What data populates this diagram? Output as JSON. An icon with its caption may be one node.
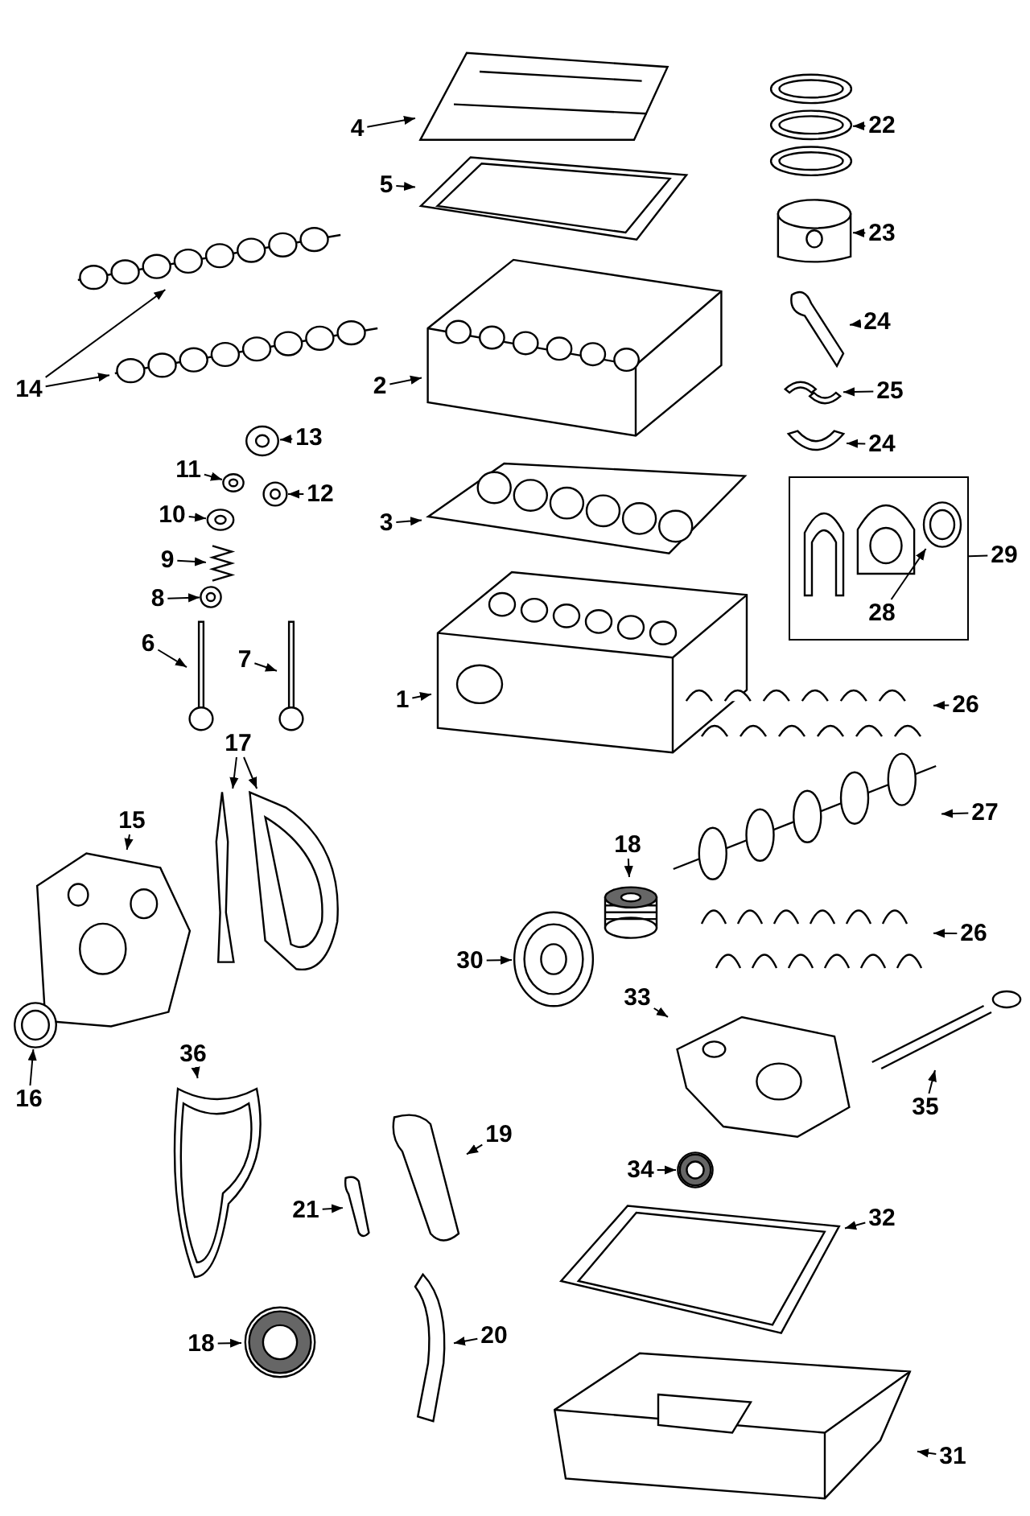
{
  "diagram": {
    "nodes": [
      {
        "text": [
          "4"
        ]
      },
      {
        "text": [],
        "shape": "picture"
      },
      {
        "text": [
          "5"
        ]
      },
      {
        "text": [],
        "shape": "picture"
      },
      {
        "text": [
          "22"
        ]
      },
      {
        "text": [],
        "shape": "picture"
      },
      {
        "text": [
          "23"
        ]
      },
      {
        "text": [],
        "shape": "picture"
      },
      {
        "text": [
          "24"
        ]
      },
      {
        "text": [],
        "shape": "picture"
      },
      {
        "text": [
          "25"
        ]
      },
      {
        "text": [],
        "shape": "picture"
      },
      {
        "text": [
          "24"
        ]
      },
      {
        "text": [],
        "shape": "picture"
      },
      {
        "text": [
          "14"
        ]
      },
      {
        "text": [],
        "shape": "picture"
      },
      {
        "text": [],
        "shape": "picture"
      },
      {
        "text": [
          "2"
        ]
      },
      {
        "text": [],
        "shape": "picture"
      },
      {
        "text": [
          "13"
        ]
      },
      {
        "text": [],
        "shape": "picture"
      },
      {
        "text": [
          "11"
        ]
      },
      {
        "text": [],
        "shape": "picture"
      },
      {
        "text": [
          "12"
        ]
      },
      {
        "text": [],
        "shape": "picture"
      },
      {
        "text": [
          "10"
        ]
      },
      {
        "text": [],
        "shape": "picture"
      },
      {
        "text": [
          "3"
        ]
      },
      {
        "text": [],
        "shape": "picture"
      },
      {
        "text": [
          "9"
        ]
      },
      {
        "text": [],
        "shape": "picture"
      },
      {
        "text": [
          "8"
        ]
      },
      {
        "text": [],
        "shape": "picture"
      },
      {
        "text": [
          "6"
        ]
      },
      {
        "text": [],
        "shape": "picture"
      },
      {
        "text": [
          "7"
        ]
      },
      {
        "text": [],
        "shape": "picture"
      },
      {
        "text": [],
        "shape": "box"
      },
      {
        "text": [
          "29"
        ]
      },
      {
        "text": [],
        "shape": "picture",
        "in": 37
      },
      {
        "text": [],
        "shape": "picture",
        "in": 37
      },
      {
        "text": [],
        "shape": "picture",
        "in": 37
      },
      {
        "text": [
          "28"
        ],
        "in": 37
      },
      {
        "text": [
          "1"
        ]
      },
      {
        "text": [],
        "shape": "picture"
      },
      {
        "text": [
          "26"
        ]
      },
      {
        "text": [],
        "shape": "picture"
      },
      {
        "text": [
          "17"
        ]
      },
      {
        "text": [],
        "shape": "picture"
      },
      {
        "text": [],
        "shape": "picture"
      },
      {
        "text": [
          "27"
        ]
      },
      {
        "text": [],
        "shape": "picture"
      },
      {
        "text": [
          "15"
        ]
      },
      {
        "text": [],
        "shape": "picture"
      },
      {
        "text": [
          "18"
        ]
      },
      {
        "text": [],
        "shape": "picture"
      },
      {
        "text": [
          "26"
        ]
      },
      {
        "text": [],
        "shape": "picture"
      },
      {
        "text": [
          "30"
        ]
      },
      {
        "text": [],
        "shape": "picture"
      },
      {
        "text": [
          "16"
        ]
      },
      {
        "text": [],
        "shape": "picture"
      },
      {
        "text": [
          "33"
        ]
      },
      {
        "text": [],
        "shape": "picture"
      },
      {
        "text": [
          "36"
        ]
      },
      {
        "text": [],
        "shape": "picture"
      },
      {
        "text": [
          "35"
        ]
      },
      {
        "text": [],
        "shape": "picture"
      },
      {
        "text": [
          "19"
        ]
      },
      {
        "text": [],
        "shape": "picture"
      },
      {
        "text": [
          "34"
        ]
      },
      {
        "text": [],
        "shape": "picture"
      },
      {
        "text": [
          "21"
        ]
      },
      {
        "text": [],
        "shape": "picture"
      },
      {
        "text": [
          "32"
        ]
      },
      {
        "text": [],
        "shape": "picture"
      },
      {
        "text": [
          "18"
        ]
      },
      {
        "text": [],
        "shape": "picture"
      },
      {
        "text": [
          "20"
        ]
      },
      {
        "text": [],
        "shape": "picture"
      },
      {
        "text": [
          "31"
        ]
      },
      {
        "text": [],
        "shape": "picture"
      }
    ],
    "edges": [
      {
        "from": 0,
        "to": 1,
        "arrow": "to"
      },
      {
        "from": 2,
        "to": 3,
        "arrow": "to"
      },
      {
        "from": 4,
        "to": 5,
        "arrow": "to"
      },
      {
        "from": 6,
        "to": 7,
        "arrow": "to"
      },
      {
        "from": 8,
        "to": 9,
        "arrow": "to"
      },
      {
        "from": 10,
        "to": 11,
        "arrow": "to"
      },
      {
        "from": 12,
        "to": 13,
        "arrow": "to"
      },
      {
        "from": 14,
        "to": 15,
        "arrow": "to"
      },
      {
        "from": 14,
        "to": 16,
        "arrow": "to"
      },
      {
        "from": 17,
        "to": 18,
        "arrow": "to"
      },
      {
        "from": 19,
        "to": 20,
        "arrow": "to"
      },
      {
        "from": 21,
        "to": 22,
        "arrow": "to"
      },
      {
        "from": 23,
        "to": 24,
        "arrow": "to"
      },
      {
        "from": 25,
        "to": 26,
        "arrow": "to"
      },
      {
        "from": 27,
        "to": 28,
        "arrow": "to"
      },
      {
        "from": 29,
        "to": 30,
        "arrow": "to"
      },
      {
        "from": 31,
        "to": 32,
        "arrow": "to"
      },
      {
        "from": 33,
        "to": 34,
        "arrow": "to"
      },
      {
        "from": 35,
        "to": 36,
        "arrow": "to"
      },
      {
        "from": 38,
        "to": 37,
        "arrow": "none"
      },
      {
        "from": 42,
        "to": 41,
        "arrow": "to"
      },
      {
        "from": 43,
        "to": 44,
        "arrow": "to"
      },
      {
        "from": 45,
        "to": 46,
        "arrow": "to"
      },
      {
        "from": 47,
        "to": 48,
        "arrow": "to"
      },
      {
        "from": 47,
        "to": 49,
        "arrow": "to"
      },
      {
        "from": 50,
        "to": 51,
        "arrow": "to"
      },
      {
        "from": 52,
        "to": 53,
        "arrow": "to"
      },
      {
        "from": 54,
        "to": 55,
        "arrow": "to"
      },
      {
        "from": 56,
        "to": 57,
        "arrow": "to"
      },
      {
        "from": 58,
        "to": 59,
        "arrow": "to"
      },
      {
        "from": 60,
        "to": 61,
        "arrow": "to"
      },
      {
        "from": 62,
        "to": 63,
        "arrow": "to"
      },
      {
        "from": 64,
        "to": 65,
        "arrow": "to"
      },
      {
        "from": 66,
        "to": 67,
        "arrow": "to"
      },
      {
        "from": 68,
        "to": 69,
        "arrow": "to"
      },
      {
        "from": 70,
        "to": 71,
        "arrow": "to"
      },
      {
        "from": 72,
        "to": 73,
        "arrow": "to"
      },
      {
        "from": 74,
        "to": 75,
        "arrow": "to"
      },
      {
        "from": 76,
        "to": 77,
        "arrow": "to"
      },
      {
        "from": 78,
        "to": 79,
        "arrow": "to"
      },
      {
        "from": 80,
        "to": 81,
        "arrow": "to"
      }
    ]
  }
}
